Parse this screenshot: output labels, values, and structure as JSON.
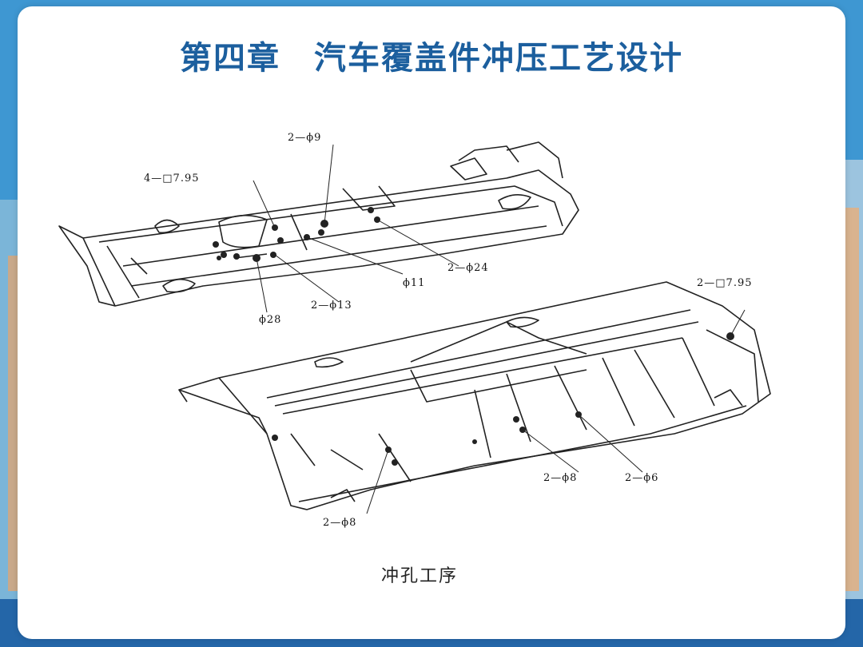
{
  "slide": {
    "title": "第四章　汽车覆盖件冲压工艺设计",
    "caption": "冲孔工序"
  },
  "figure": {
    "labels": {
      "top_2x9": "2—ϕ9",
      "top_4sq795": "4—□7.95",
      "top_2x24": "2—ϕ24",
      "top_11": "ϕ11",
      "top_2x13": "2—ϕ13",
      "top_28": "ϕ28",
      "bot_2sq795": "2—□7.95",
      "bot_2x8a": "2—ϕ8",
      "bot_2x6": "2—ϕ6",
      "bot_2x8b": "2—ϕ8"
    }
  },
  "colors": {
    "title": "#1c5f9e",
    "line": "#222222",
    "background": "#3d9ad6"
  }
}
